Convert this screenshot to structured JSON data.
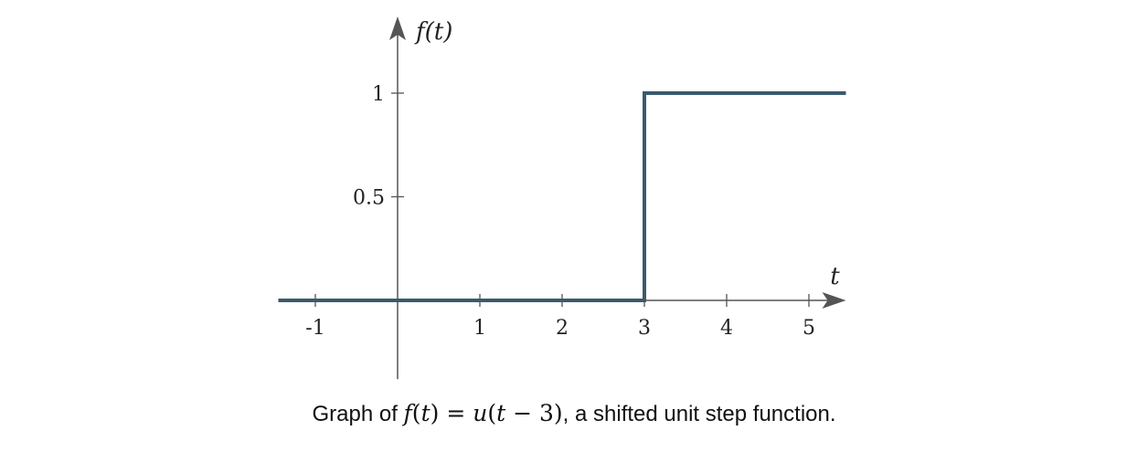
{
  "chart_data": {
    "type": "line",
    "title": "",
    "xlabel": "t",
    "ylabel": "f(t)",
    "xlim": [
      -1.45,
      5.45
    ],
    "ylim": [
      -0.38,
      1.25
    ],
    "x_ticks": [
      {
        "value": -1,
        "label": "-1"
      },
      {
        "value": 1,
        "label": "1"
      },
      {
        "value": 2,
        "label": "2"
      },
      {
        "value": 3,
        "label": "3"
      },
      {
        "value": 4,
        "label": "4"
      },
      {
        "value": 5,
        "label": "5"
      }
    ],
    "y_ticks": [
      {
        "value": 1,
        "label": "1"
      },
      {
        "value": 0.5,
        "label": "0.5"
      }
    ],
    "grid": false,
    "series": [
      {
        "color": "#3a5a6e",
        "points": [
          [
            -1.45,
            0
          ],
          [
            3,
            0
          ],
          [
            3,
            1
          ],
          [
            5.45,
            1
          ]
        ]
      }
    ]
  },
  "caption": {
    "prefix": "Graph of ",
    "f": "f",
    "t1": "t",
    "eq": " = ",
    "u": "u",
    "t2": "t",
    "minus3": " − 3",
    "suffix": ", a shifted unit step function."
  }
}
